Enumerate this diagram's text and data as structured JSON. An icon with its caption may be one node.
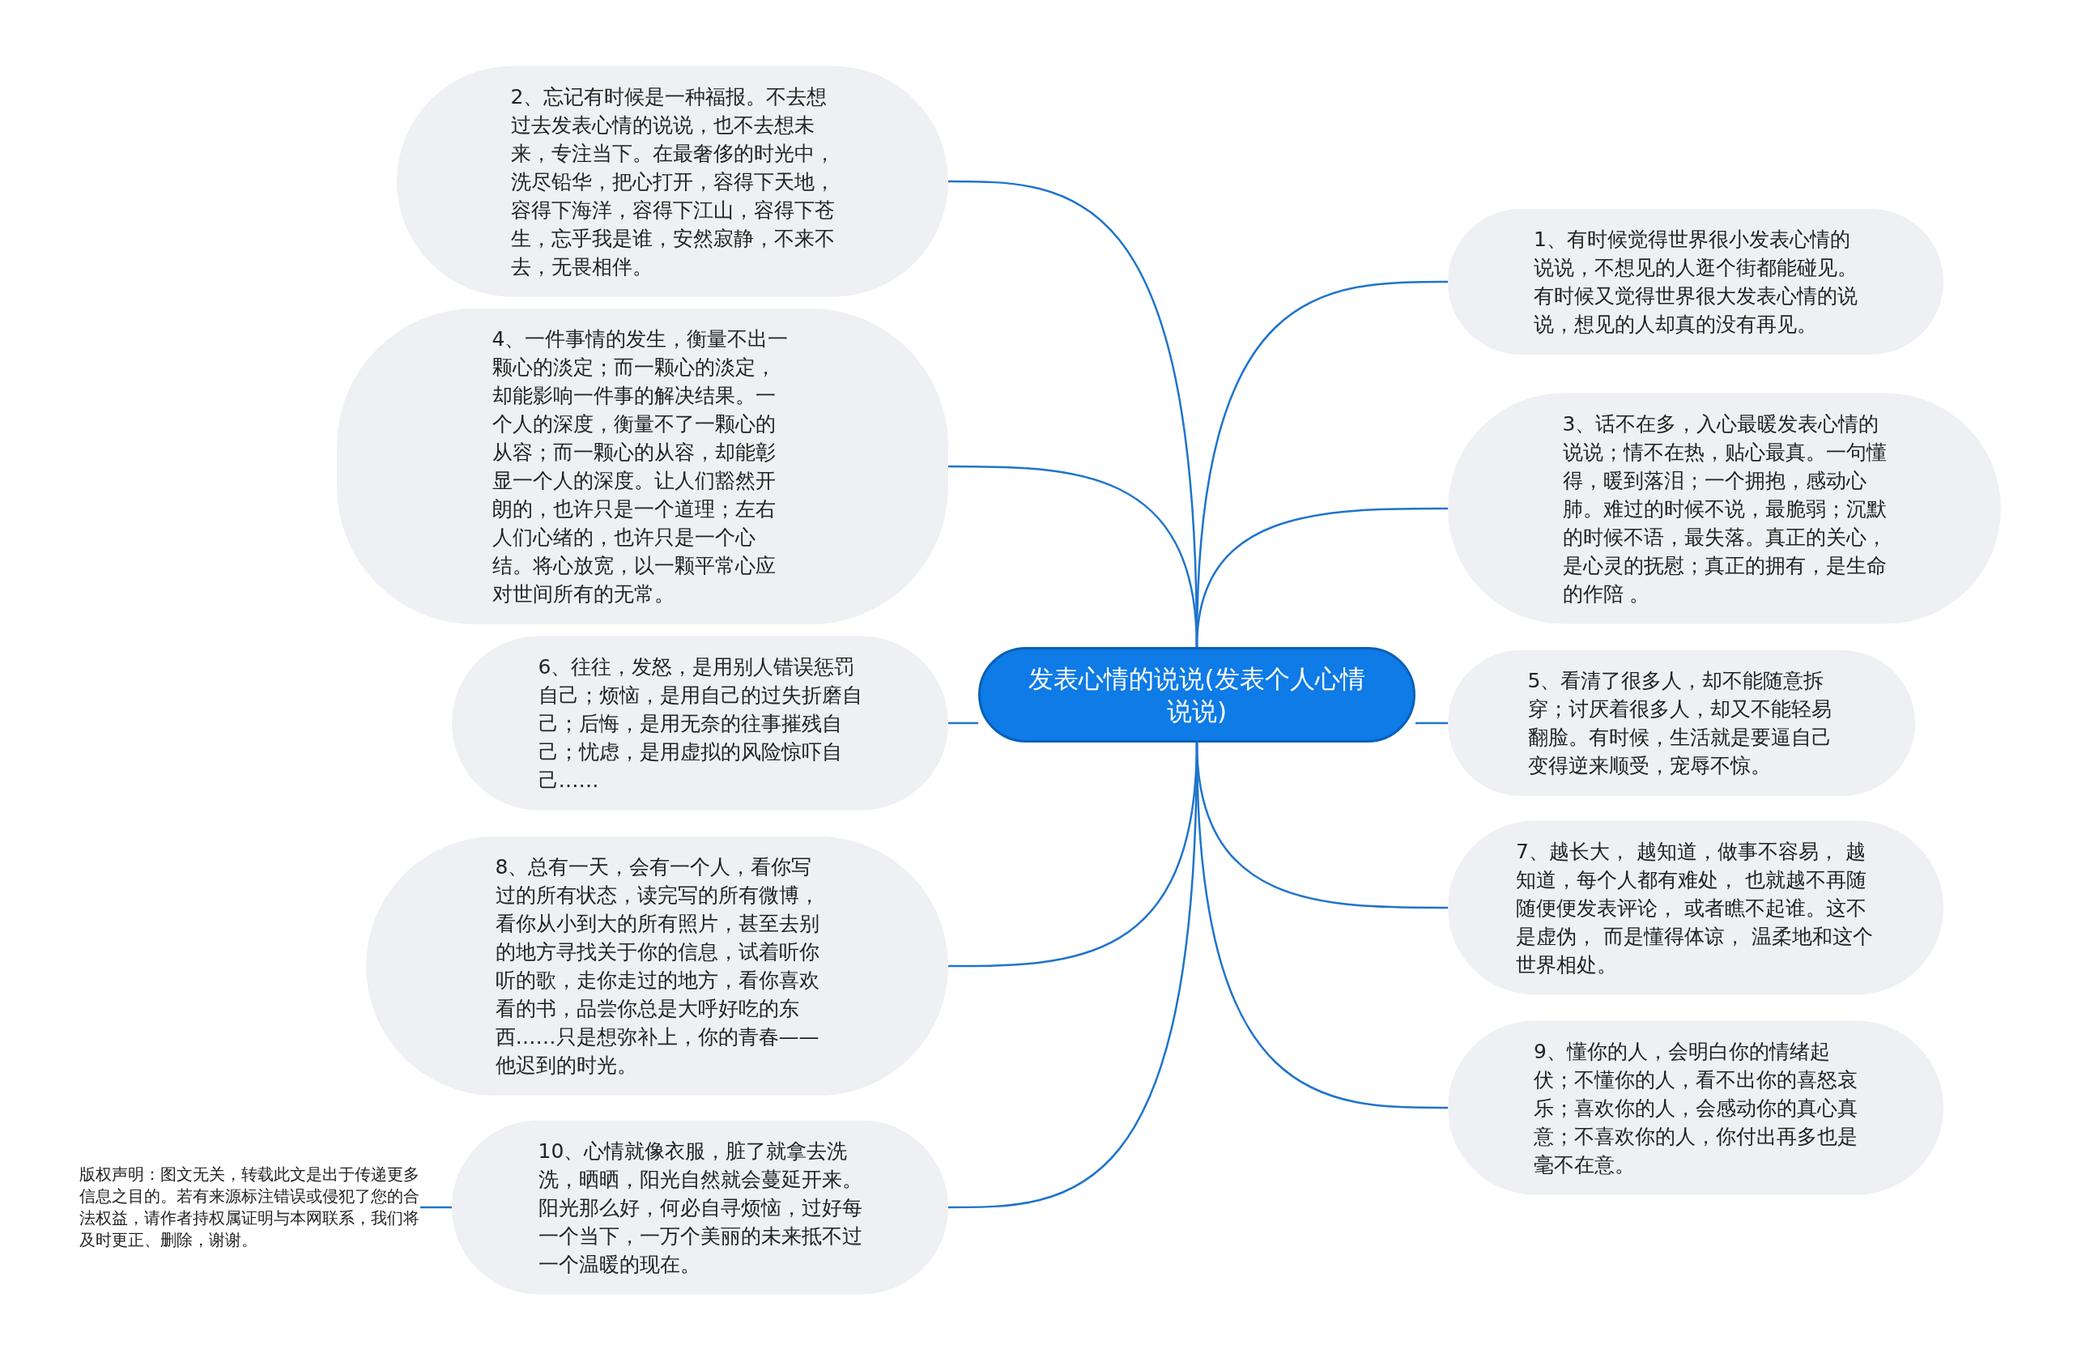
{
  "diagram": {
    "nodes": [
      {
        "text": [
          "发表心情的说说(发表个人心情说说)"
        ]
      },
      {
        "text": [
          "1、有时候觉得世界很小发表心情的说说，不想见的人逛个街都能碰见。有时候又觉得世界很大发表心情的说说，想见的人却真的没有再见。"
        ]
      },
      {
        "text": [
          "2、忘记有时候是一种福报。不去想过去发表心情的说说，也不去想未来，专注当下。在最奢侈的时光中，洗尽铅华，把心打开，容得下天地，容得下海洋，容得下江山，容得下苍生，忘乎我是谁，安然寂静，不来不去，无畏相伴。"
        ]
      },
      {
        "text": [
          "3、话不在多，入心最暖发表心情的说说；情不在热，贴心最真。一句懂得，暖到落泪；一个拥抱，感动心肺。难过的时候不说，最脆弱；沉默的时候不语，最失落。真正的关心，是心灵的抚慰；真正的拥有，是生命的作陪 。"
        ]
      },
      {
        "text": [
          "4、一件事情的发生，衡量不出一颗心的淡定；而一颗心的淡定，却能影响一件事的解决结果。一个人的深度，衡量不了一颗心的从容；而一颗心的从容，却能彰显一个人的深度。让人们豁然开朗的，也许只是一个道理；左右人们心绪的，也许只是一个心结。将心放宽，以一颗平常心应对世间所有的无常。"
        ]
      },
      {
        "text": [
          "5、看清了很多人，却不能随意拆穿；讨厌着很多人，却又不能轻易翻脸。有时候，生活就是要逼自己变得逆来顺受，宠辱不惊。"
        ]
      },
      {
        "text": [
          "6、往往，发怒，是用别人错误惩罚自己；烦恼，是用自己的过失折磨自己；后悔，是用无奈的往事摧残自己；忧虑，是用虚拟的风险惊吓自己……"
        ]
      },
      {
        "text": [
          "7、越长大， 越知道，做事不容易， 越知道，每个人都有难处， 也就越不再随随便便发表评论， 或者瞧不起谁。这不是虚伪， 而是懂得体谅， 温柔地和这个世界相处。"
        ]
      },
      {
        "text": [
          "8、总有一天，会有一个人，看你写过的所有状态，读完写的所有微博，看你从小到大的所有照片，甚至去别的地方寻找关于你的信息，试着听你听的歌，走你走过的地方，看你喜欢看的书，品尝你总是大呼好吃的东西……只是想弥补上，你的青春——他迟到的时光。"
        ]
      },
      {
        "text": [
          "9、懂你的人，会明白你的情绪起伏；不懂你的人，看不出你的喜怒哀乐；喜欢你的人，会感动你的真心真意；不喜欢你的人，你付出再多也是毫不在意。"
        ]
      },
      {
        "text": [
          "10、心情就像衣服，脏了就拿去洗洗，晒晒，阳光自然就会蔓延开来。阳光那么好，何必自寻烦恼，过好每一个当下，一万个美丽的未来抵不过一个温暖的现在。"
        ]
      },
      {
        "text": [
          "版权声明：图文无关，转载此文是出于传递更多信息之目的。若有来源标注错误或侵犯了您的合法权益，请作者持权属证明与本网联系，我们将及时更正、删除，谢谢。"
        ]
      }
    ],
    "edges": [
      {
        "from": 0,
        "to": 1,
        "arrow": "none"
      },
      {
        "from": 0,
        "to": 2,
        "arrow": "none"
      },
      {
        "from": 0,
        "to": 3,
        "arrow": "none"
      },
      {
        "from": 0,
        "to": 4,
        "arrow": "none"
      },
      {
        "from": 0,
        "to": 5,
        "arrow": "none"
      },
      {
        "from": 0,
        "to": 6,
        "arrow": "none"
      },
      {
        "from": 0,
        "to": 7,
        "arrow": "none"
      },
      {
        "from": 0,
        "to": 8,
        "arrow": "none"
      },
      {
        "from": 0,
        "to": 9,
        "arrow": "none"
      },
      {
        "from": 0,
        "to": 10,
        "arrow": "none"
      },
      {
        "from": 10,
        "to": 11,
        "arrow": "none"
      }
    ]
  }
}
